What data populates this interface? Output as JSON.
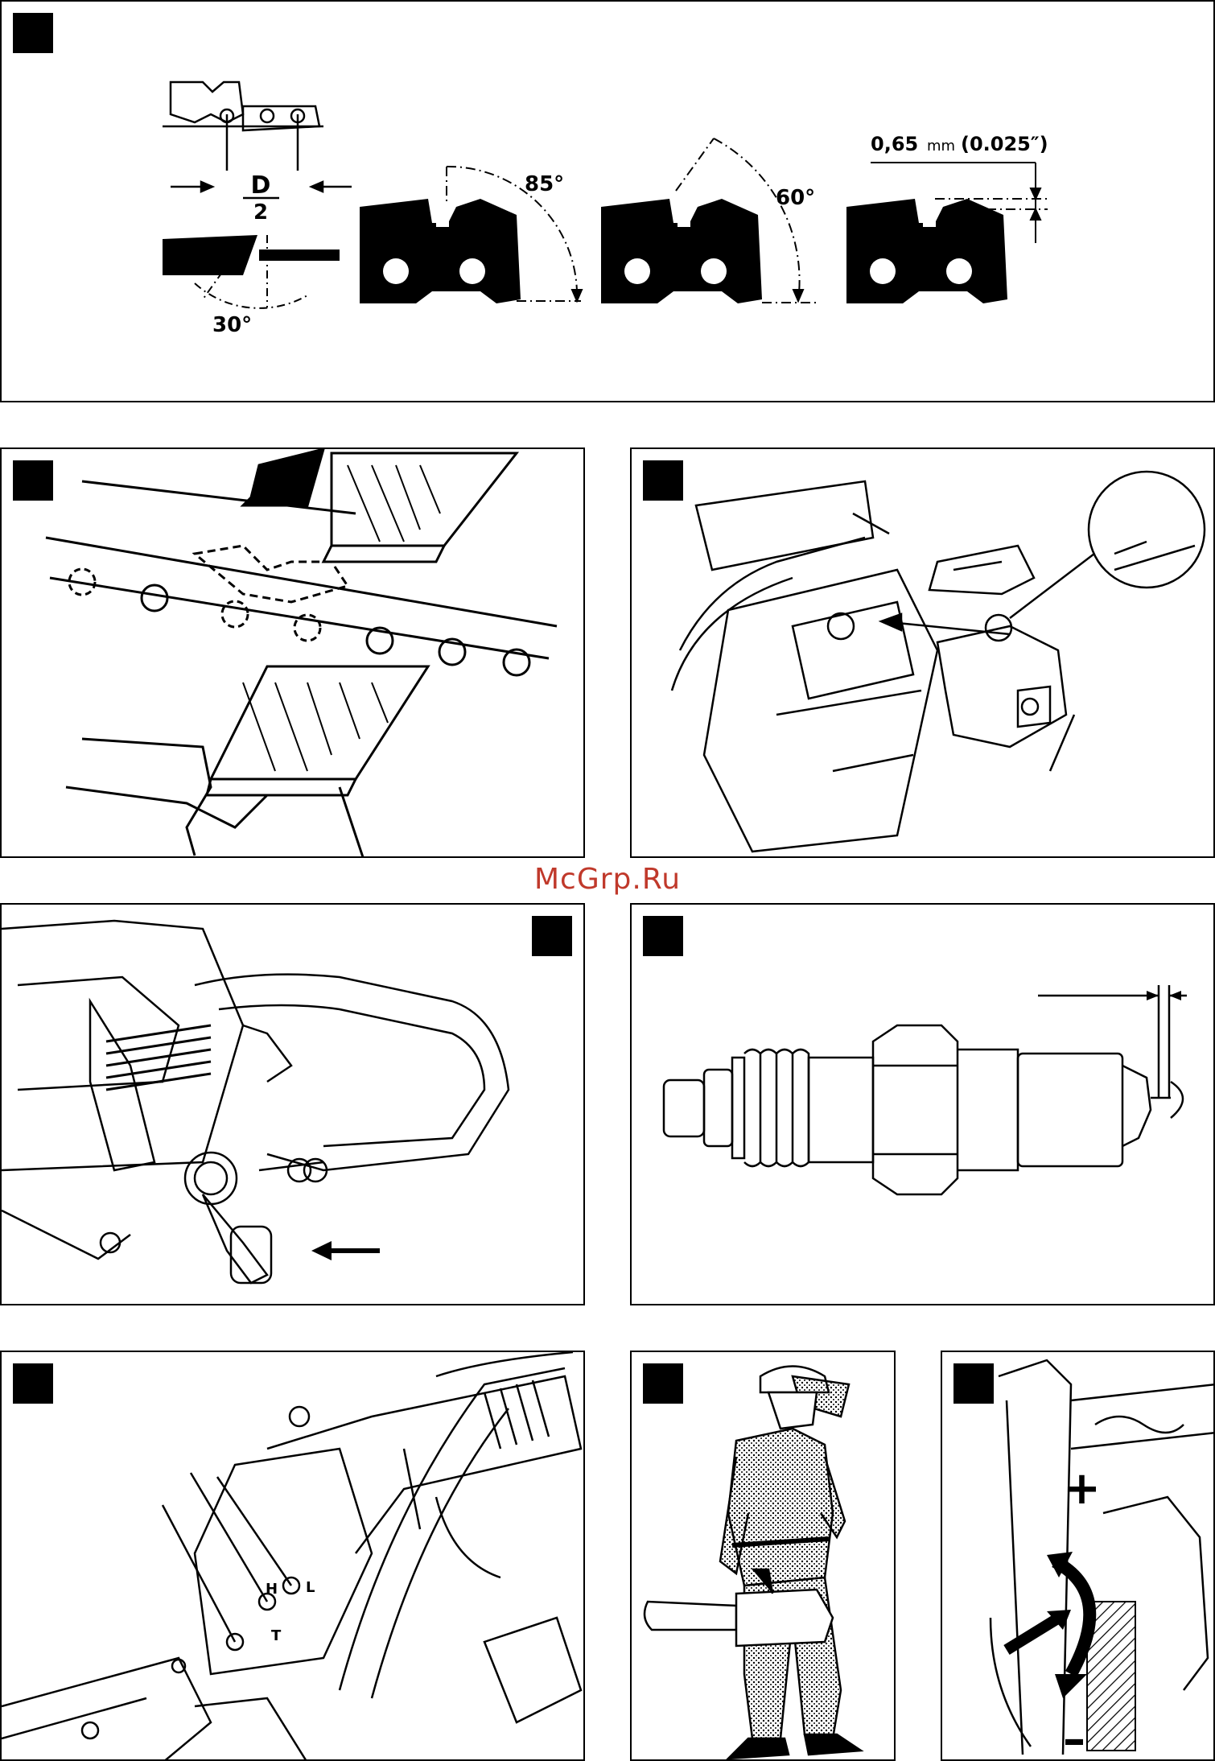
{
  "watermark": "McGrp.Ru",
  "figure1": {
    "label_d": "D",
    "label_2": "2",
    "angle_30": "30°",
    "angle_85": "85°",
    "angle_60": "60°",
    "depth_value": "0,65",
    "depth_unit": "mm",
    "depth_inch": "(0.025″)"
  },
  "figure5": {
    "label_h": "H",
    "label_l": "L",
    "label_t": "T"
  },
  "figure7": {
    "label_plus": "+",
    "label_minus": "–"
  },
  "colors": {
    "watermark": "#c0392b",
    "ink": "#000000"
  }
}
